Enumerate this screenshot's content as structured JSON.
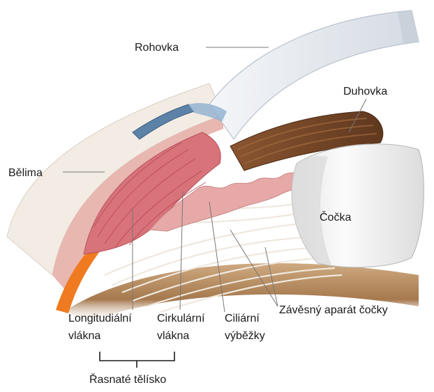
{
  "labels": {
    "cornea": "Rohovka",
    "iris": "Duhovka",
    "sclera": "Bělima",
    "lens": "Čočka",
    "longitudinal_line1": "Longitudiální",
    "longitudinal_line2": "vlákna",
    "circular_line1": "Cirkulární",
    "circular_line2": "vlákna",
    "processes_line1": "Ciliární",
    "processes_line2": "výběžky",
    "zonule": "Závěsný aparát čočky",
    "ciliary_body": "Řasnaté tělísko"
  },
  "colors": {
    "cornea": "#e3e8ee",
    "sclera": "#f3eee7",
    "iris": "#7a4a2a",
    "muscle": "#d8737a",
    "processes": "#e7a9a8",
    "lens": "#f2f2f2",
    "zonule": "#ece6dd",
    "choroid": "#b88a58",
    "canal": "#5d82a8",
    "retina_orange": "#f07a20"
  }
}
